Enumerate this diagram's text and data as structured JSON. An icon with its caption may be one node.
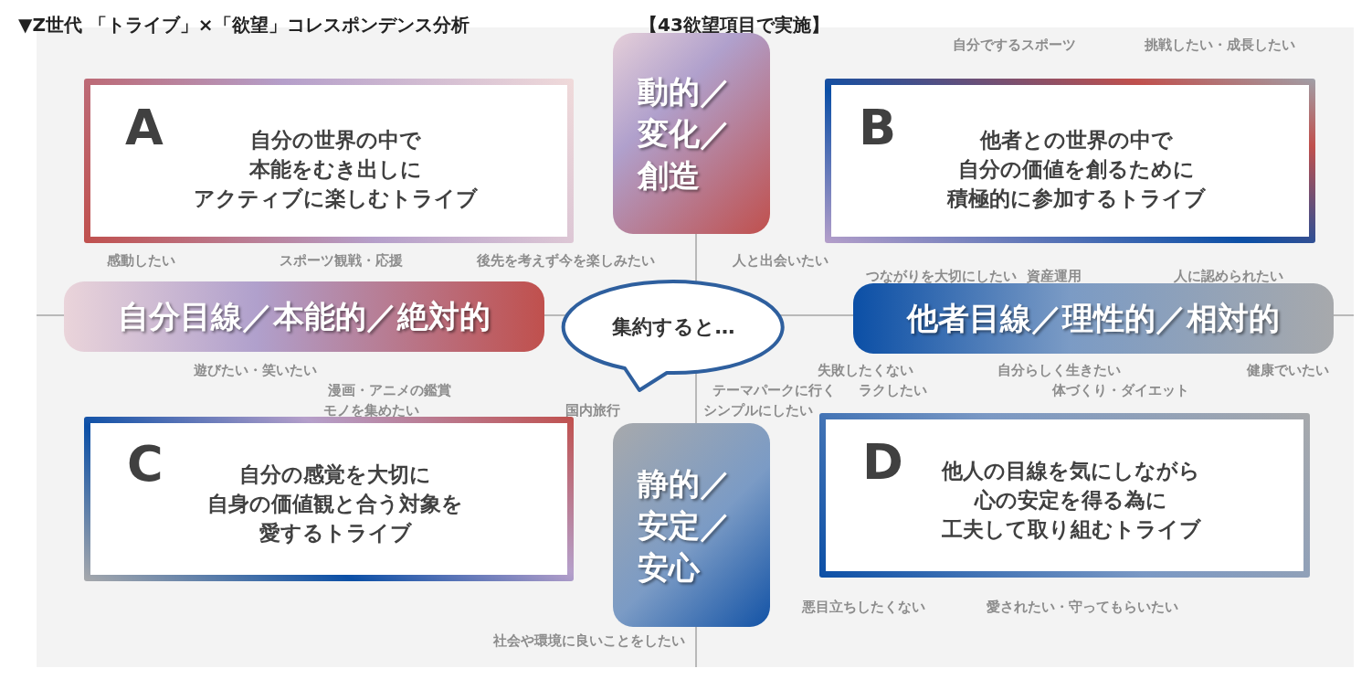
{
  "diagram": {
    "title": "▼Z世代 「トライブ」×「欲望」コレスポンデンス分析",
    "nodes": [
      {
        "text": [
          "A",
          "自分の世界の中で本能をむき出しにアクティブに楽しむトライブ"
        ]
      },
      {
        "text": [
          "B",
          "他者との世界の中で自分の価値を創るために積極的に参加するトライブ"
        ]
      },
      {
        "text": [
          "C",
          "自分の感覚を大切に自身の価値観と合う対象を愛するトライブ"
        ]
      },
      {
        "text": [
          "D",
          "他人の目線を気にしながら心の安定を得る為に工夫して取り組むトライブ"
        ]
      },
      {
        "text": [
          "動的／変化／創造"
        ]
      },
      {
        "text": [
          "静的／安定／安心"
        ]
      },
      {
        "text": [
          "自分目線／本能的／絶対的"
        ]
      },
      {
        "text": [
          "他者目線／理性的／相対的"
        ]
      },
      {
        "text": [
          "集約すると…"
        ]
      }
    ],
    "edges": [],
    "labels": [
      "【43欲望項目で実施】",
      "自分でするスポーツ",
      "挑戦したい・成長したい",
      "感動したい",
      "スポーツ観戦・応援",
      "後先を考えず今を楽しみたい",
      "人と出会いたい",
      "つながりを大切にしたい",
      "資産運用",
      "人に認められたい",
      "遊びたい・笑いたい",
      "失敗したくない",
      "自分らしく生きたい",
      "健康でいたい",
      "漫画・アニメの鑑賞",
      "テーマパークに行く",
      "ラクしたい",
      "体づくり・ダイエット",
      "モノを集めたい",
      "国内旅行",
      "シンプルにしたい",
      "悪目立ちしたくない",
      "愛されたい・守ってもらいたい",
      "社会や環境に良いことをしたい"
    ]
  }
}
